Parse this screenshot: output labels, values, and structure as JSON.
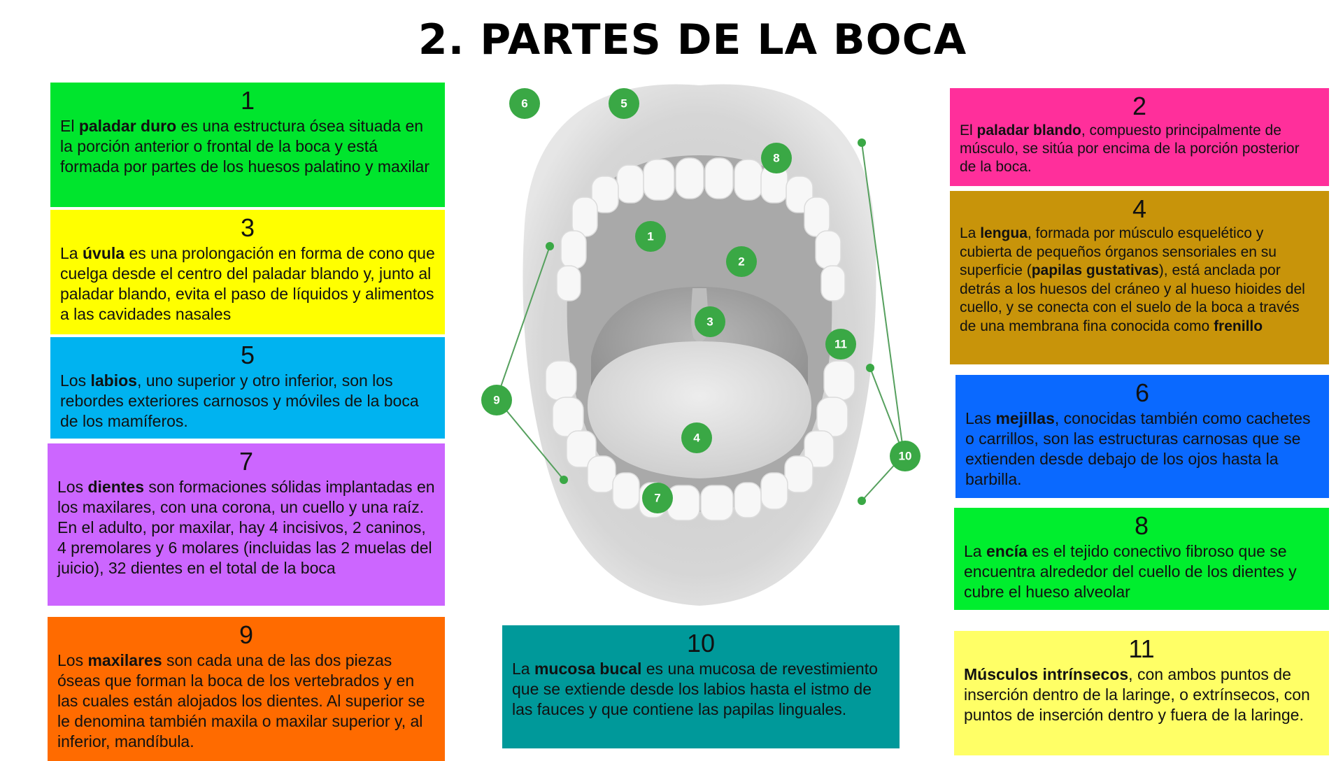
{
  "title": "2. PARTES DE LA BOCA",
  "colors": {
    "marker": "#3aa845",
    "line": "#56a05e"
  },
  "cards": {
    "c1": {
      "num": "1",
      "pre": "El ",
      "bold": "paladar duro",
      "post": " es una estructura ósea situada en la porción anterior o frontal de la boca y está formada por partes de los huesos palatino y maxilar",
      "color": "#00e52d"
    },
    "c2": {
      "num": "2",
      "pre": "El ",
      "bold": "paladar blando",
      "post": ", compuesto principalmente de músculo, se sitúa por encima de la porción posterior de la boca.",
      "color": "#ff2f9b"
    },
    "c3": {
      "num": "3",
      "pre": "La ",
      "bold": "úvula",
      "post": " es una prolongación en forma de cono que cuelga desde el centro del paladar blando y, junto al paladar blando, evita el paso de líquidos y alimentos a las cavidades nasales",
      "color": "#ffff00"
    },
    "c4": {
      "num": "4",
      "pre": "La ",
      "bold": "lengua",
      "mid1": ", formada por músculo esquelético y cubierta de pequeños órganos sensoriales en su superficie (",
      "bold2": "papilas gustativas",
      "mid2": "), está anclada por detrás a los huesos del cráneo y al hueso hioides del cuello, y se conecta con el suelo de la boca a través de una membrana fina conocida como ",
      "bold3": "frenillo",
      "color": "#c8940a"
    },
    "c5": {
      "num": "5",
      "pre": "Los ",
      "bold": "labios",
      "post": ", uno superior y otro inferior, son los rebordes exteriores carnosos y móviles de la boca de los mamíferos.",
      "color": "#00b3f0"
    },
    "c6": {
      "num": "6",
      "pre": "Las ",
      "bold": "mejillas",
      "post": ", conocidas también como cachetes o carrillos, son las estructuras carnosas que se extienden desde debajo de los ojos hasta la barbilla.",
      "color": "#0a69ff"
    },
    "c7": {
      "num": "7",
      "pre": "Los ",
      "bold": "dientes",
      "post": " son formaciones sólidas implantadas en los maxilares, con una corona, un cuello y una raíz. En el adulto, por maxilar, hay 4 incisivos, 2 caninos, 4 premolares y 6 molares (incluidas las 2 muelas del juicio), 32 dientes en el total de la boca",
      "color": "#cc66ff"
    },
    "c8": {
      "num": "8",
      "pre": "La ",
      "bold": "encía",
      "post": " es el tejido conectivo fibroso que se encuentra alrededor del cuello de los dientes y cubre el hueso alveolar",
      "color": "#00ee2e"
    },
    "c9": {
      "num": "9",
      "pre": "Los ",
      "bold": "maxilares",
      "post": " son cada una de las dos piezas óseas que forman la boca de los vertebrados y en las cuales están alojados los dientes. Al superior se le denomina también maxila o maxilar superior y, al inferior, mandíbula.",
      "color": "#ff6b00"
    },
    "c10": {
      "num": "10",
      "pre": "La ",
      "bold": "mucosa bucal",
      "post": " es una mucosa de revestimiento que se extiende desde los labios hasta el istmo de las fauces y que contiene las papilas linguales.",
      "color": "#00999a"
    },
    "c11": {
      "num": "11",
      "pre": "",
      "bold": "Músculos intrínsecos",
      "post": ", con ambos puntos de inserción dentro de la laringe, o extrínsecos, con puntos de inserción dentro y fuera de la laringe.",
      "color": "#ffff66"
    }
  },
  "markers": [
    "1",
    "2",
    "3",
    "4",
    "5",
    "6",
    "7",
    "8",
    "9",
    "10",
    "11"
  ]
}
